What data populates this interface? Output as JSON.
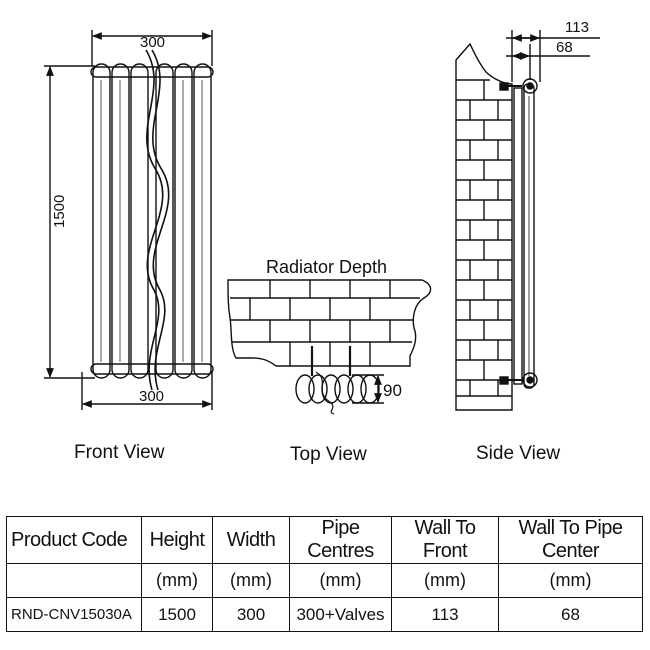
{
  "front_view": {
    "label": "Front View",
    "dim_top": "300",
    "dim_bottom": "300",
    "dim_height": "1500"
  },
  "top_view": {
    "title": "Radiator Depth",
    "label": "Top View",
    "dim_depth": "90"
  },
  "side_view": {
    "label": "Side View",
    "dim_wall_to_front": "113",
    "dim_wall_to_pipe": "68"
  },
  "table": {
    "headers": [
      "Product Code",
      "Height",
      "Width",
      "Pipe Centres",
      "Wall To Front",
      "Wall To Pipe Center"
    ],
    "units": [
      "",
      "(mm)",
      "(mm)",
      "(mm)",
      "(mm)",
      "(mm)"
    ],
    "rows": [
      [
        "RND-CNV15030A",
        "1500",
        "300",
        "300+Valves",
        "113",
        "68"
      ]
    ]
  }
}
